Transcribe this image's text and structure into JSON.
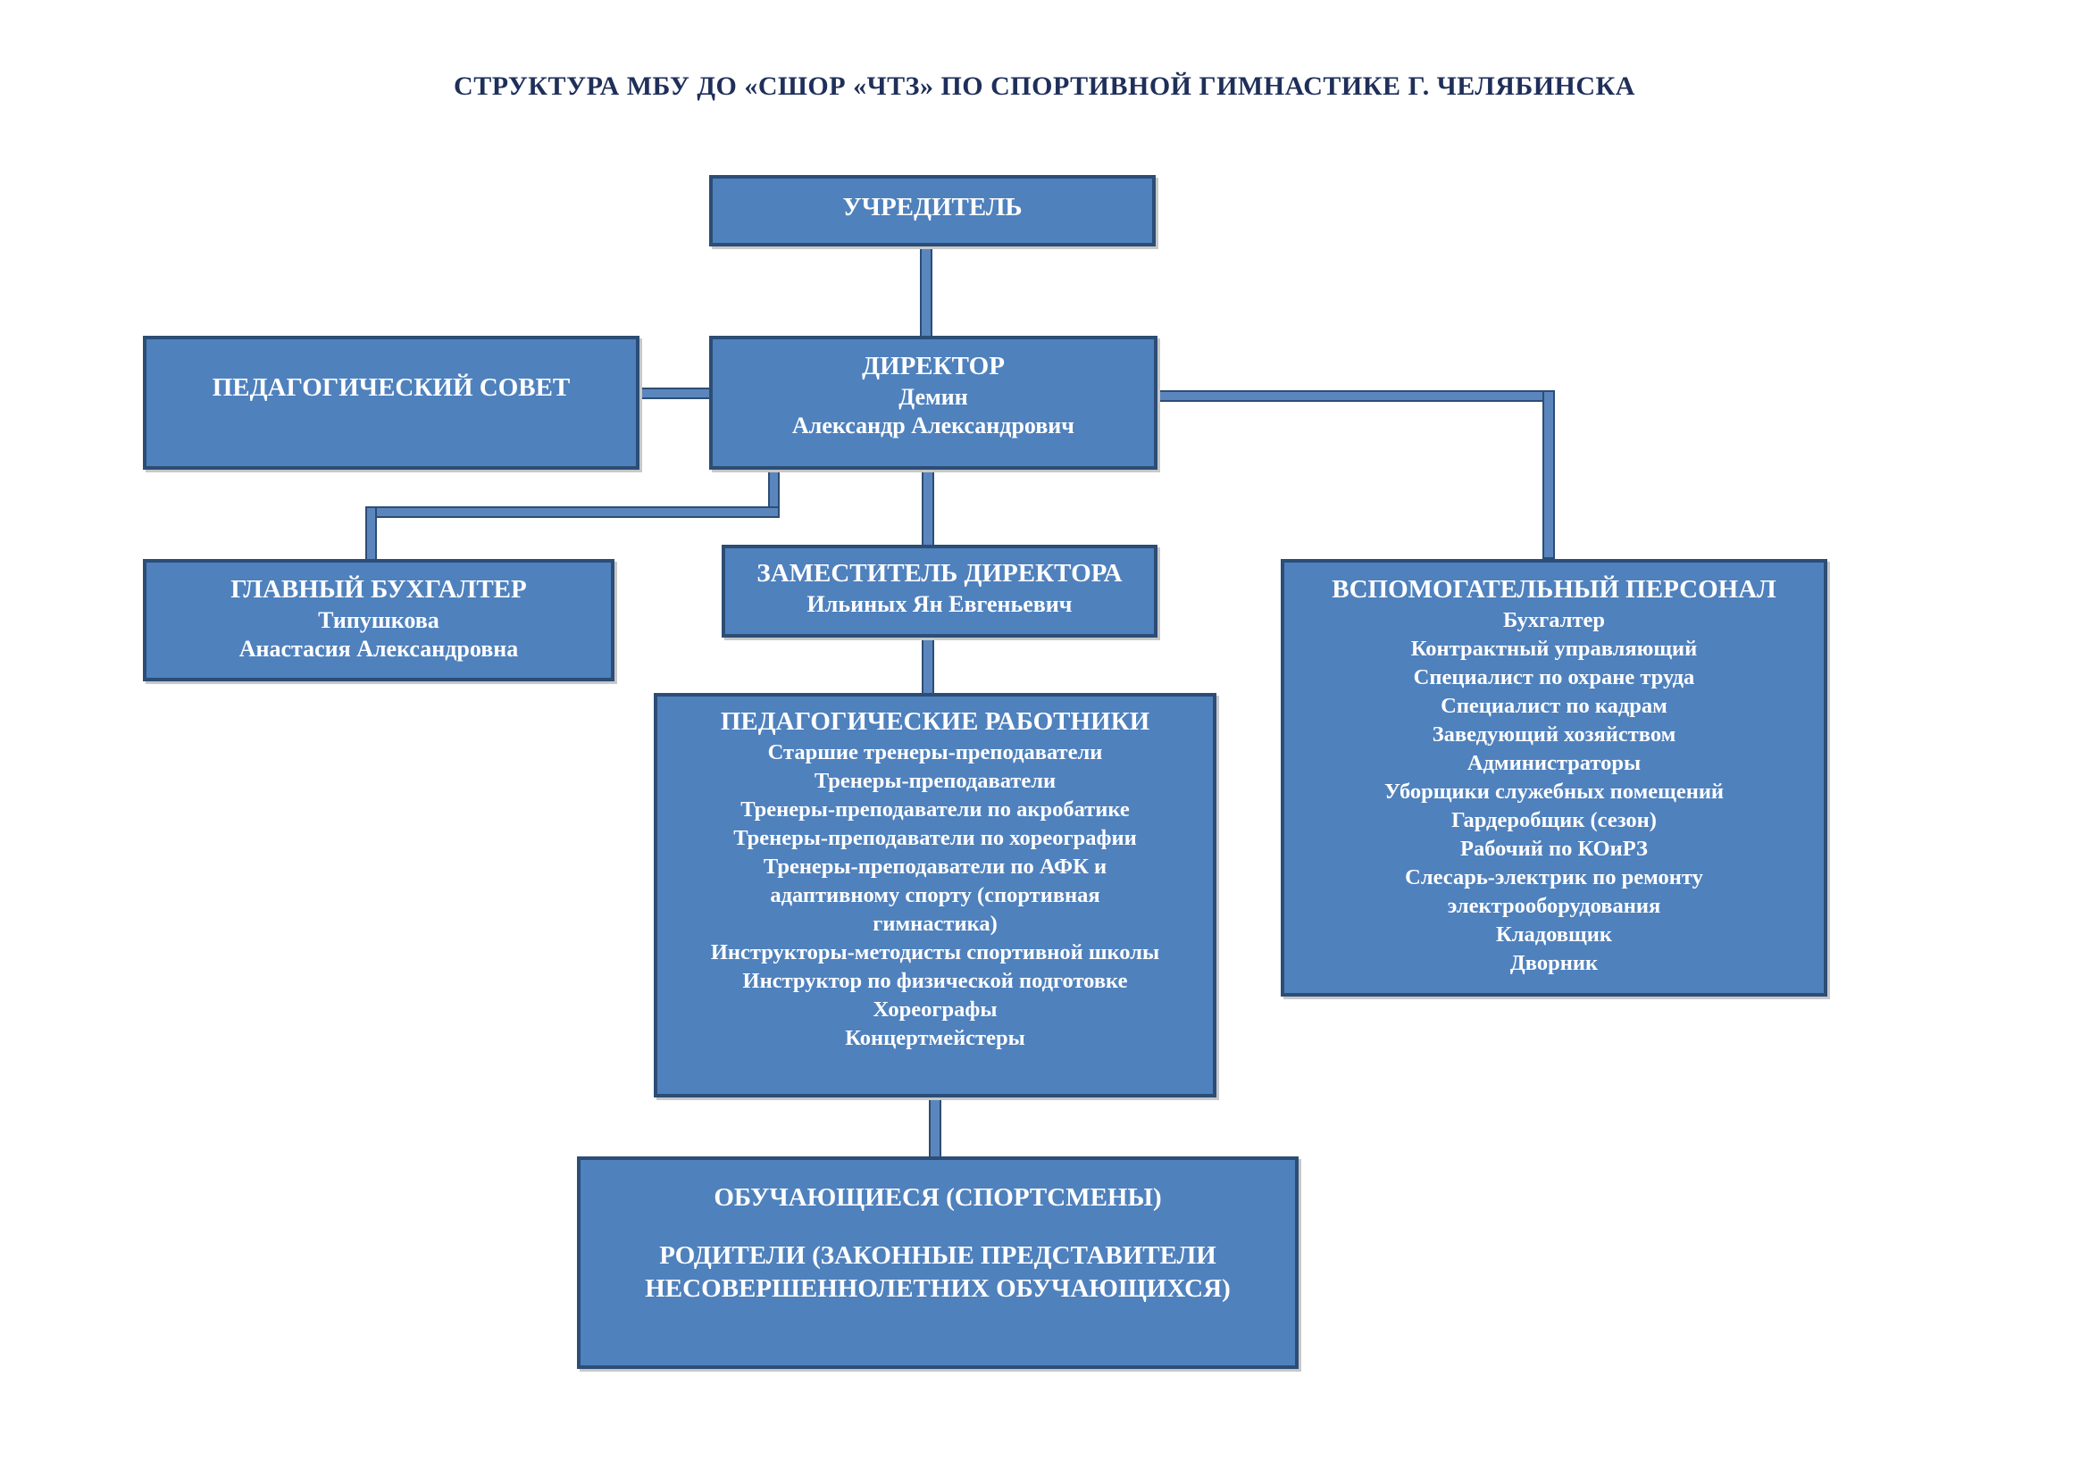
{
  "title": "СТРУКТУРА МБУ ДО «СШОР «ЧТЗ» ПО СПОРТИВНОЙ ГИМНАСТИКЕ Г. ЧЕЛЯБИНСКА",
  "founder": {
    "title": "УЧРЕДИТЕЛЬ"
  },
  "pedagogical_council": {
    "title": "ПЕДАГОГИЧЕСКИЙ СОВЕТ"
  },
  "director": {
    "title": "ДИРЕКТОР",
    "surname": "Демин",
    "name": "Александр Александрович"
  },
  "chief_accountant": {
    "title": "ГЛАВНЫЙ БУХГАЛТЕР",
    "surname": "Типушкова",
    "name": "Анастасия Александровна"
  },
  "deputy_director": {
    "title": "ЗАМЕСТИТЕЛЬ ДИРЕКТОРА",
    "name": "Ильиных Ян Евгеньевич"
  },
  "support_staff": {
    "title": "ВСПОМОГАТЕЛЬНЫЙ ПЕРСОНАЛ",
    "items": [
      "Бухгалтер",
      "Контрактный управляющий",
      "Специалист по охране труда",
      "Специалист по кадрам",
      "Заведующий хозяйством",
      "Администраторы",
      "Уборщики служебных помещений",
      "Гардеробщик (сезон)",
      "Рабочий по КОиРЗ",
      "Слесарь-электрик по ремонту",
      "электрооборудования",
      "Кладовщик",
      "Дворник"
    ]
  },
  "teaching_staff": {
    "title": "ПЕДАГОГИЧЕСКИЕ РАБОТНИКИ",
    "items": [
      "Старшие тренеры-преподаватели",
      "Тренеры-преподаватели",
      "Тренеры-преподаватели по акробатике",
      "Тренеры-преподаватели по хореографии",
      "Тренеры-преподаватели по АФК и",
      "адаптивному спорту (спортивная",
      "гимнастика)",
      "Инструкторы-методисты спортивной школы",
      "Инструктор по физической подготовке",
      "Хореографы",
      "Концертмейстеры"
    ]
  },
  "students": {
    "title": "ОБУЧАЮЩИЕСЯ (СПОРТСМЕНЫ)",
    "parents_line1": "РОДИТЕЛИ (ЗАКОННЫЕ ПРЕДСТАВИТЕЛИ",
    "parents_line2": "НЕСОВЕРШЕННОЛЕТНИХ ОБУЧАЮЩИХСЯ)"
  }
}
